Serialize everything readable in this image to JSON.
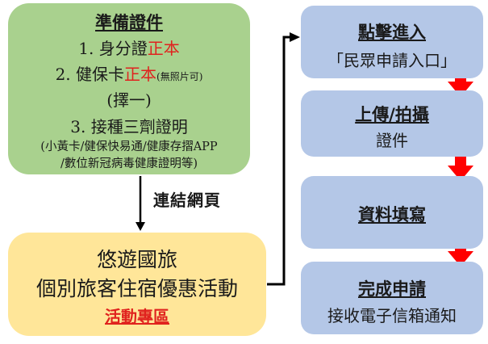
{
  "left_top": {
    "title": "準備證件",
    "item1_prefix": "1.  身分證",
    "item1_red": "正本",
    "item2_prefix": "2.  健保卡",
    "item2_red": "正本",
    "item2_note": "(無照片可)",
    "choose": "(擇一)",
    "item3": "3.  接種三劑證明",
    "item3_note1": "(小黃卡/健保快易通/健康存摺APP",
    "item3_note2": "/數位新冠病毒健康證明等)"
  },
  "link_label": "連結網頁",
  "left_bottom": {
    "line1": "悠遊國旅",
    "line2": "個別旅客住宿優惠活動",
    "link": "活動專區"
  },
  "steps": [
    {
      "title": "點擊進入",
      "sub": "「民眾申請入口」"
    },
    {
      "title": "上傳/拍攝",
      "sub": "證件"
    },
    {
      "title": "資料填寫",
      "sub": ""
    },
    {
      "title": "完成申請",
      "sub": "接收電子信箱通知"
    }
  ],
  "colors": {
    "green": "#a9d18e",
    "yellow": "#ffe699",
    "blue": "#b4c7e7",
    "red": "#e0221e"
  }
}
